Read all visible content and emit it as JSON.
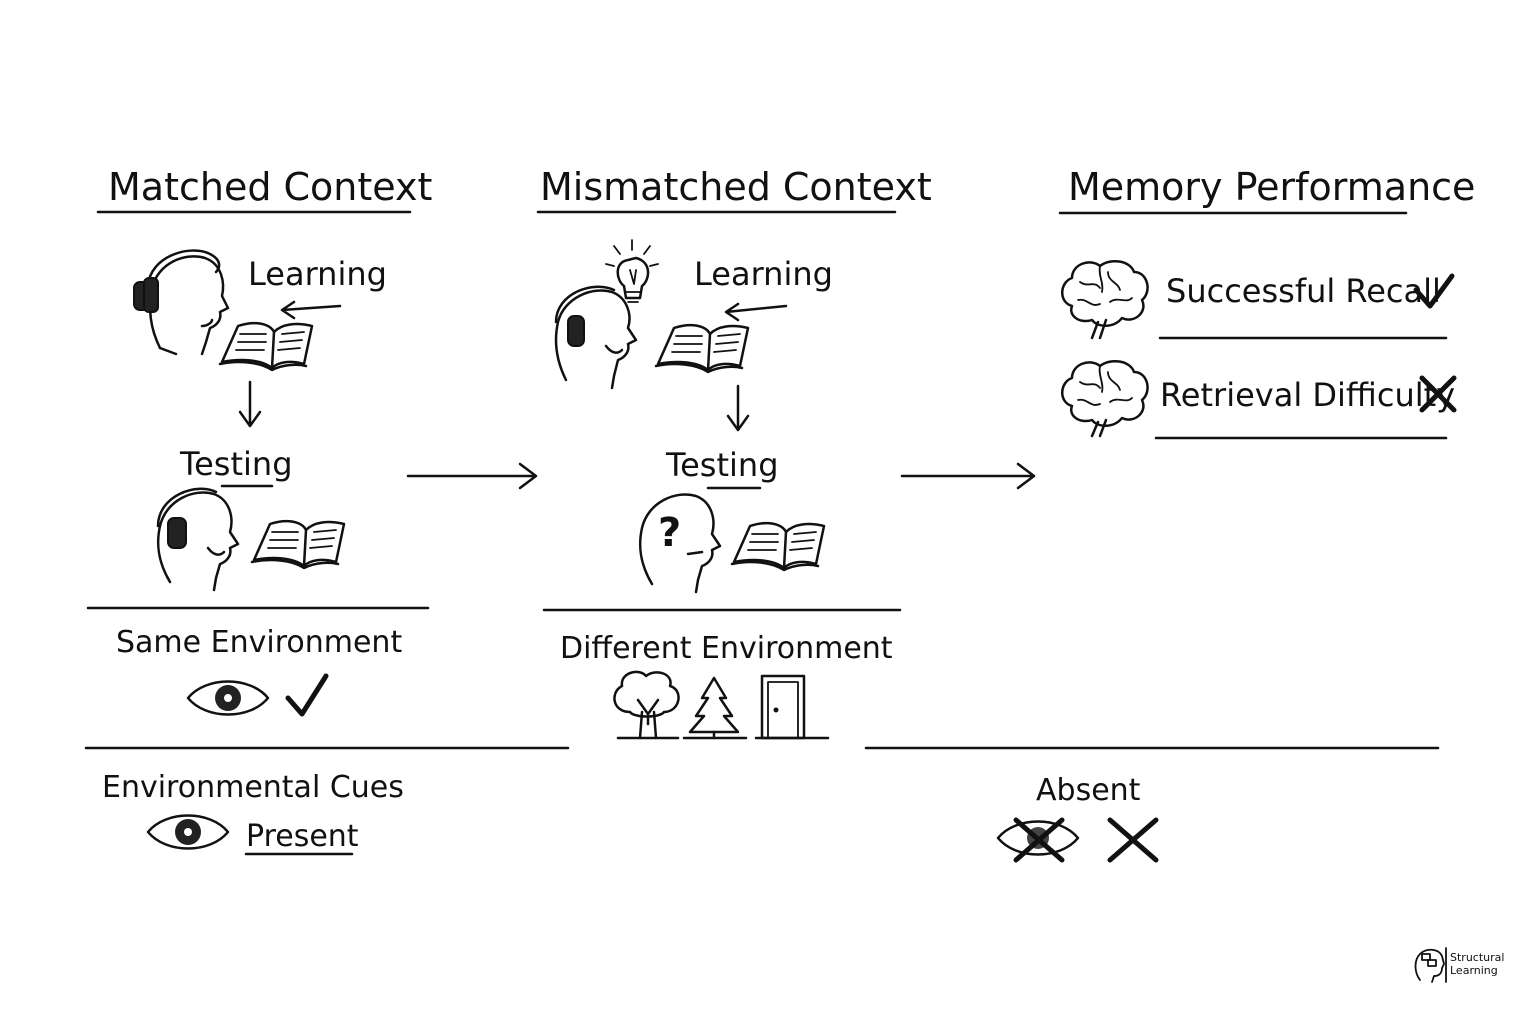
{
  "columns": {
    "matched": {
      "heading": "Matched Context",
      "learning_label": "Learning",
      "testing_label": "Testing",
      "environment_label": "Same Environment"
    },
    "mismatched": {
      "heading": "Mismatched Context",
      "learning_label": "Learning",
      "testing_label": "Testing",
      "environment_label": "Different Environment"
    },
    "performance": {
      "heading": "Memory Performance",
      "outcomes": [
        {
          "label": "Successful Recall",
          "icon": "check-icon"
        },
        {
          "label": "Retrieval Difficulty",
          "icon": "cross-icon"
        }
      ]
    }
  },
  "cues": {
    "heading": "Environmental Cues",
    "present_label": "Present",
    "absent_label": "Absent"
  },
  "logo": {
    "line1": "Structural",
    "line2": "Learning"
  },
  "colors": {
    "ink": "#111111",
    "background": "#ffffff"
  }
}
